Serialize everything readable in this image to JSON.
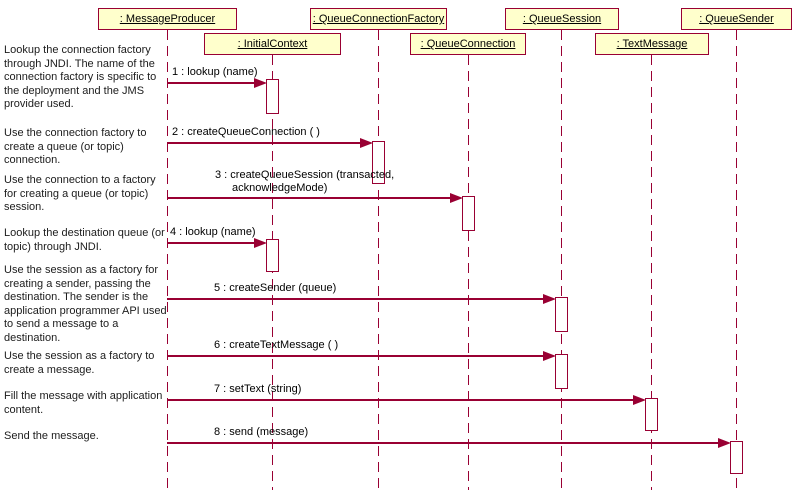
{
  "diagram_type": "uml-sequence",
  "colors": {
    "line": "#990033",
    "actor_fill": "#ffffcc",
    "actor_border": "#990033",
    "text": "#000000",
    "background": "#ffffff"
  },
  "actors": {
    "message_producer": {
      "label": ": MessageProducer"
    },
    "initial_context": {
      "label": ": InitialContext"
    },
    "queue_connection_factory": {
      "label": ": QueueConnectionFactory"
    },
    "queue_connection": {
      "label": ": QueueConnection"
    },
    "queue_session": {
      "label": ": QueueSession"
    },
    "text_message": {
      "label": ": TextMessage"
    },
    "queue_sender": {
      "label": ": QueueSender"
    }
  },
  "messages": [
    {
      "label": "1 : lookup (name)",
      "from": "MessageProducer",
      "to": "InitialContext"
    },
    {
      "label": "2 : createQueueConnection ( )",
      "from": "MessageProducer",
      "to": "QueueConnectionFactory"
    },
    {
      "label": "3 : createQueueSession (transacted, acknowledgeMode)",
      "from": "MessageProducer",
      "to": "QueueConnection"
    },
    {
      "label": "4 : lookup (name)",
      "from": "MessageProducer",
      "to": "InitialContext"
    },
    {
      "label": "5 : createSender (queue)",
      "from": "MessageProducer",
      "to": "QueueSession"
    },
    {
      "label": "6 : createTextMessage ( )",
      "from": "MessageProducer",
      "to": "QueueSession"
    },
    {
      "label": "7 : setText (string)",
      "from": "MessageProducer",
      "to": "TextMessage"
    },
    {
      "label": "8 : send (message)",
      "from": "MessageProducer",
      "to": "QueueSender"
    }
  ],
  "annotations": [
    {
      "text": "Lookup the connection factory through JNDI. The name of the connection factory is specific to the deployment and the JMS provider used."
    },
    {
      "text": "Use the connection factory to create a queue (or topic) connection."
    },
    {
      "text": "Use the connection to a factory for creating a queue (or topic) session."
    },
    {
      "text": "Lookup the destination queue (or topic) through JNDI."
    },
    {
      "text": "Use the session as a factory for creating a sender, passing the destination. The sender is the application programmer API used to send a message to a destination."
    },
    {
      "text": "Use the session as a factory to create a message."
    },
    {
      "text": "Fill the message with application content."
    },
    {
      "text": "Send the message."
    }
  ]
}
